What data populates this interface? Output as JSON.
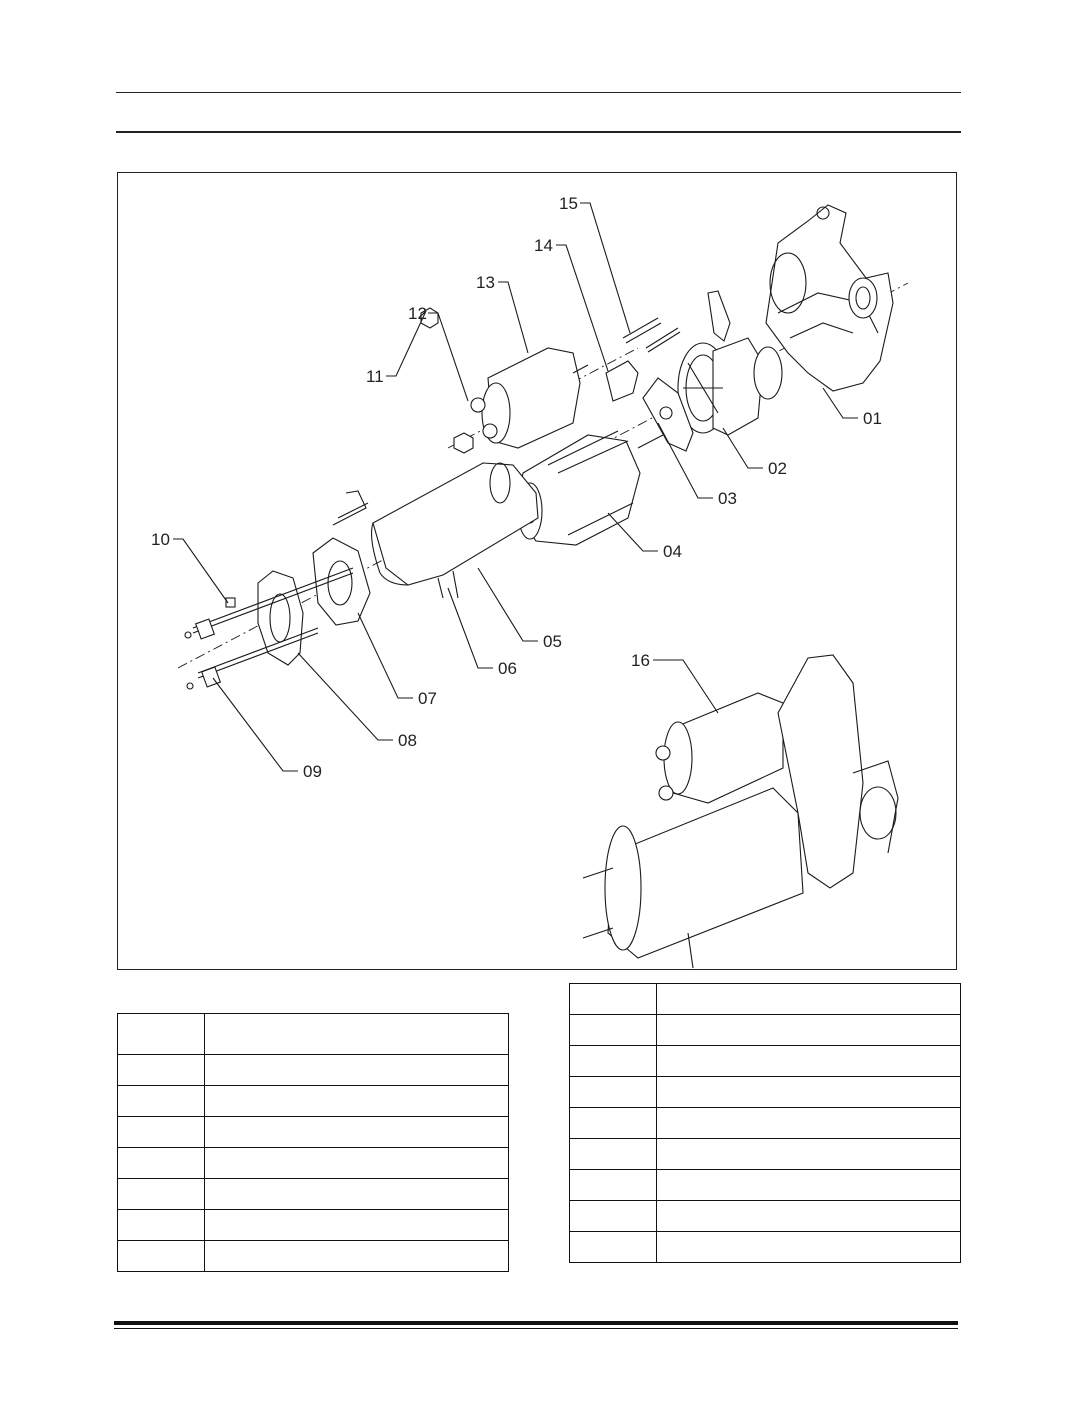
{
  "figure": {
    "callouts": [
      {
        "id": "01",
        "label": "01"
      },
      {
        "id": "02",
        "label": "02"
      },
      {
        "id": "03",
        "label": "03"
      },
      {
        "id": "04",
        "label": "04"
      },
      {
        "id": "05",
        "label": "05"
      },
      {
        "id": "06",
        "label": "06"
      },
      {
        "id": "07",
        "label": "07"
      },
      {
        "id": "08",
        "label": "08"
      },
      {
        "id": "09",
        "label": "09"
      },
      {
        "id": "10",
        "label": "10"
      },
      {
        "id": "11",
        "label": "11"
      },
      {
        "id": "12",
        "label": "12"
      },
      {
        "id": "13",
        "label": "13"
      },
      {
        "id": "14",
        "label": "14"
      },
      {
        "id": "15",
        "label": "15"
      },
      {
        "id": "16",
        "label": "16"
      }
    ]
  },
  "tables": {
    "left": {
      "header": [
        "",
        ""
      ],
      "rows": [
        [
          "",
          ""
        ],
        [
          "",
          ""
        ],
        [
          "",
          ""
        ],
        [
          "",
          ""
        ],
        [
          "",
          ""
        ],
        [
          "",
          ""
        ],
        [
          "",
          ""
        ]
      ]
    },
    "right": {
      "header": [
        "",
        ""
      ],
      "rows": [
        [
          "",
          ""
        ],
        [
          "",
          ""
        ],
        [
          "",
          ""
        ],
        [
          "",
          ""
        ],
        [
          "",
          ""
        ],
        [
          "",
          ""
        ],
        [
          "",
          ""
        ],
        [
          "",
          ""
        ]
      ]
    }
  }
}
